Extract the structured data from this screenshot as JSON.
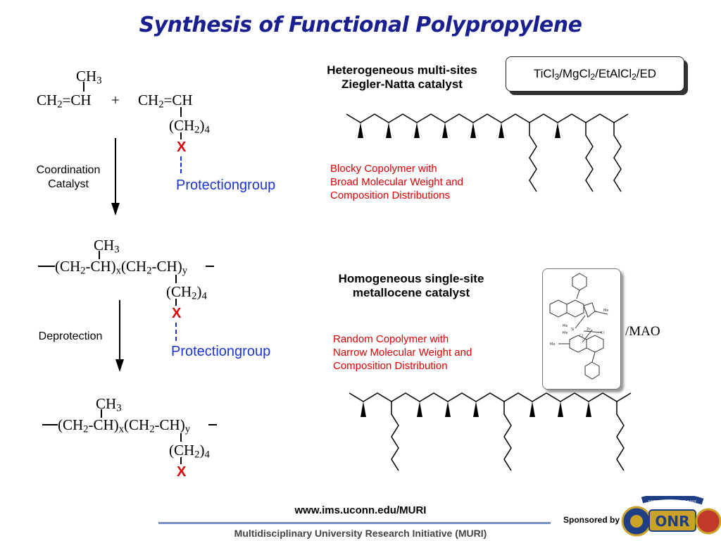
{
  "title": "Synthesis of Functional Polypropylene",
  "left": {
    "monomer1_ch3": "CH3",
    "monomer1": "CH2=CH",
    "plus": "+",
    "monomer2": "CH2=CH",
    "monomer2_chain": "(CH2)4",
    "x_label": "X",
    "protection_label": "Protectiongroup",
    "step1_label": "Coordination\nCatalyst",
    "polymer_ch3": "CH3",
    "polymer_main": "(CH2-CH)",
    "polymer_x": "x",
    "polymer_main2": "(CH2-CH)",
    "polymer_y": "y",
    "polymer_chain": "(CH2)4",
    "step2_label": "Deprotection"
  },
  "right": {
    "hetero_heading_line1": "Heterogeneous multi-sites",
    "hetero_heading_line2": "Ziegler-Natta catalyst",
    "catalyst_formula": "TiCl3/MgCl2/EtAlCl2/ED",
    "blocky_line1": "Blocky Copolymer with",
    "blocky_line2": "Broad Molecular Weight and",
    "blocky_line3": "Composition Distributions",
    "homo_heading_line1": "Homogeneous single-site",
    "homo_heading_line2": "metallocene catalyst",
    "mao": "/MAO",
    "random_line1": "Random Copolymer with",
    "random_line2": "Narrow Molecular Weight and",
    "random_line3": "Composition Distribution",
    "metallocene_labels": {
      "me1": "Me",
      "me2": "Me",
      "me3": "Me",
      "me4": "Me",
      "si": "Si",
      "zr": "Zr",
      "cl1": "Cl",
      "cl2": "Cl"
    }
  },
  "footer": {
    "url": "www.ims.uconn.edu/MURI",
    "program": "Multidisciplinary University Research Initiative (MURI)",
    "sponsored_by": "Sponsored by",
    "logo_text": "ONR",
    "seal_text": "DEPARTMENT OF THE NAVY"
  },
  "colors": {
    "title": "#1a1f8f",
    "red": "#e00000",
    "blue": "#1d34d6",
    "footline": "#7b8fc9"
  }
}
